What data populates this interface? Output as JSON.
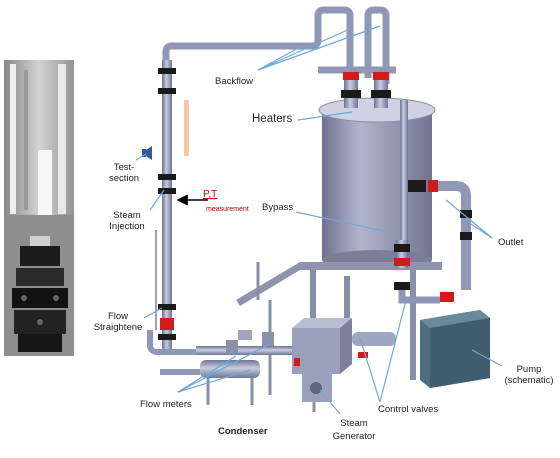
{
  "labels": {
    "backflow": "Backflow",
    "heaters": "Heaters",
    "test_section_line1": "Test-",
    "test_section_line2": "section",
    "pt": "P,T",
    "measurement": "measurement",
    "steam_injection_line1": "Steam",
    "steam_injection_line2": "Injection",
    "bypass": "Bypass",
    "outlet": "Outlet",
    "flow_straightener_line1": "Flow",
    "flow_straightener_line2": "Straightene",
    "pump_line1": "Pump",
    "pump_line2": "(schematic)",
    "flow_meters": "Flow meters",
    "condenser": "Condenser",
    "control_valves": "Control valves",
    "steam_generator_line1": "Steam",
    "steam_generator_line2": "Generator"
  },
  "colors": {
    "pipe": "#9098b8",
    "tank": "#8a8ea6",
    "flange": "#1a1a1a",
    "valve_red": "#d11a1a",
    "pump": "#4e6e80",
    "leader": "#6fa8d8",
    "text_red": "#c00000",
    "test_section_bar": "#f0c8a8"
  }
}
